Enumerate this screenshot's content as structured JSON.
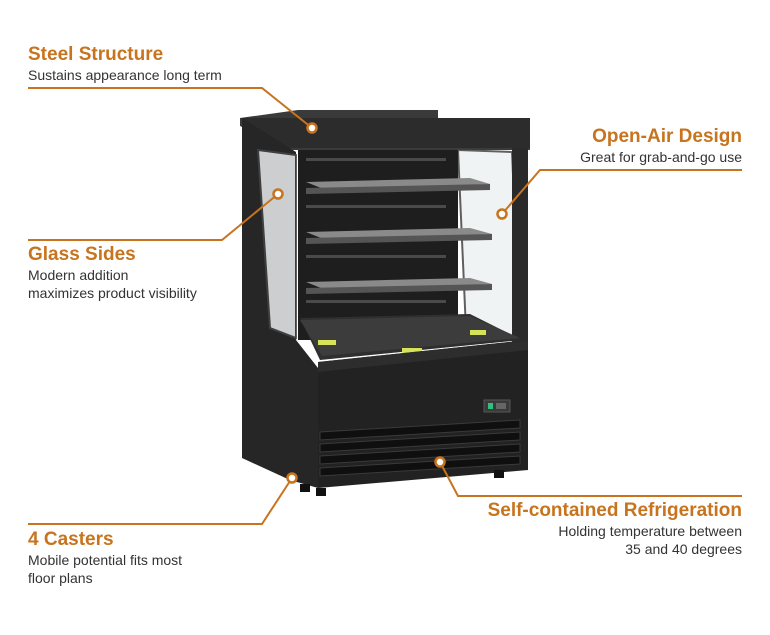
{
  "accent_color": "#c8741e",
  "callouts": {
    "steel_structure": {
      "title": "Steel Structure",
      "desc": "Sustains appearance long term"
    },
    "open_air": {
      "title": "Open-Air Design",
      "desc": "Great for grab-and-go use"
    },
    "glass_sides": {
      "title": "Glass Sides",
      "desc_line1": "Modern addition",
      "desc_line2": "maximizes product visibility"
    },
    "casters": {
      "title": "4 Casters",
      "desc_line1": "Mobile potential fits most",
      "desc_line2": "floor plans"
    },
    "refrigeration": {
      "title": "Self-contained Refrigeration",
      "desc_line1": "Holding temperature between",
      "desc_line2": "35 and 40 degrees"
    }
  }
}
